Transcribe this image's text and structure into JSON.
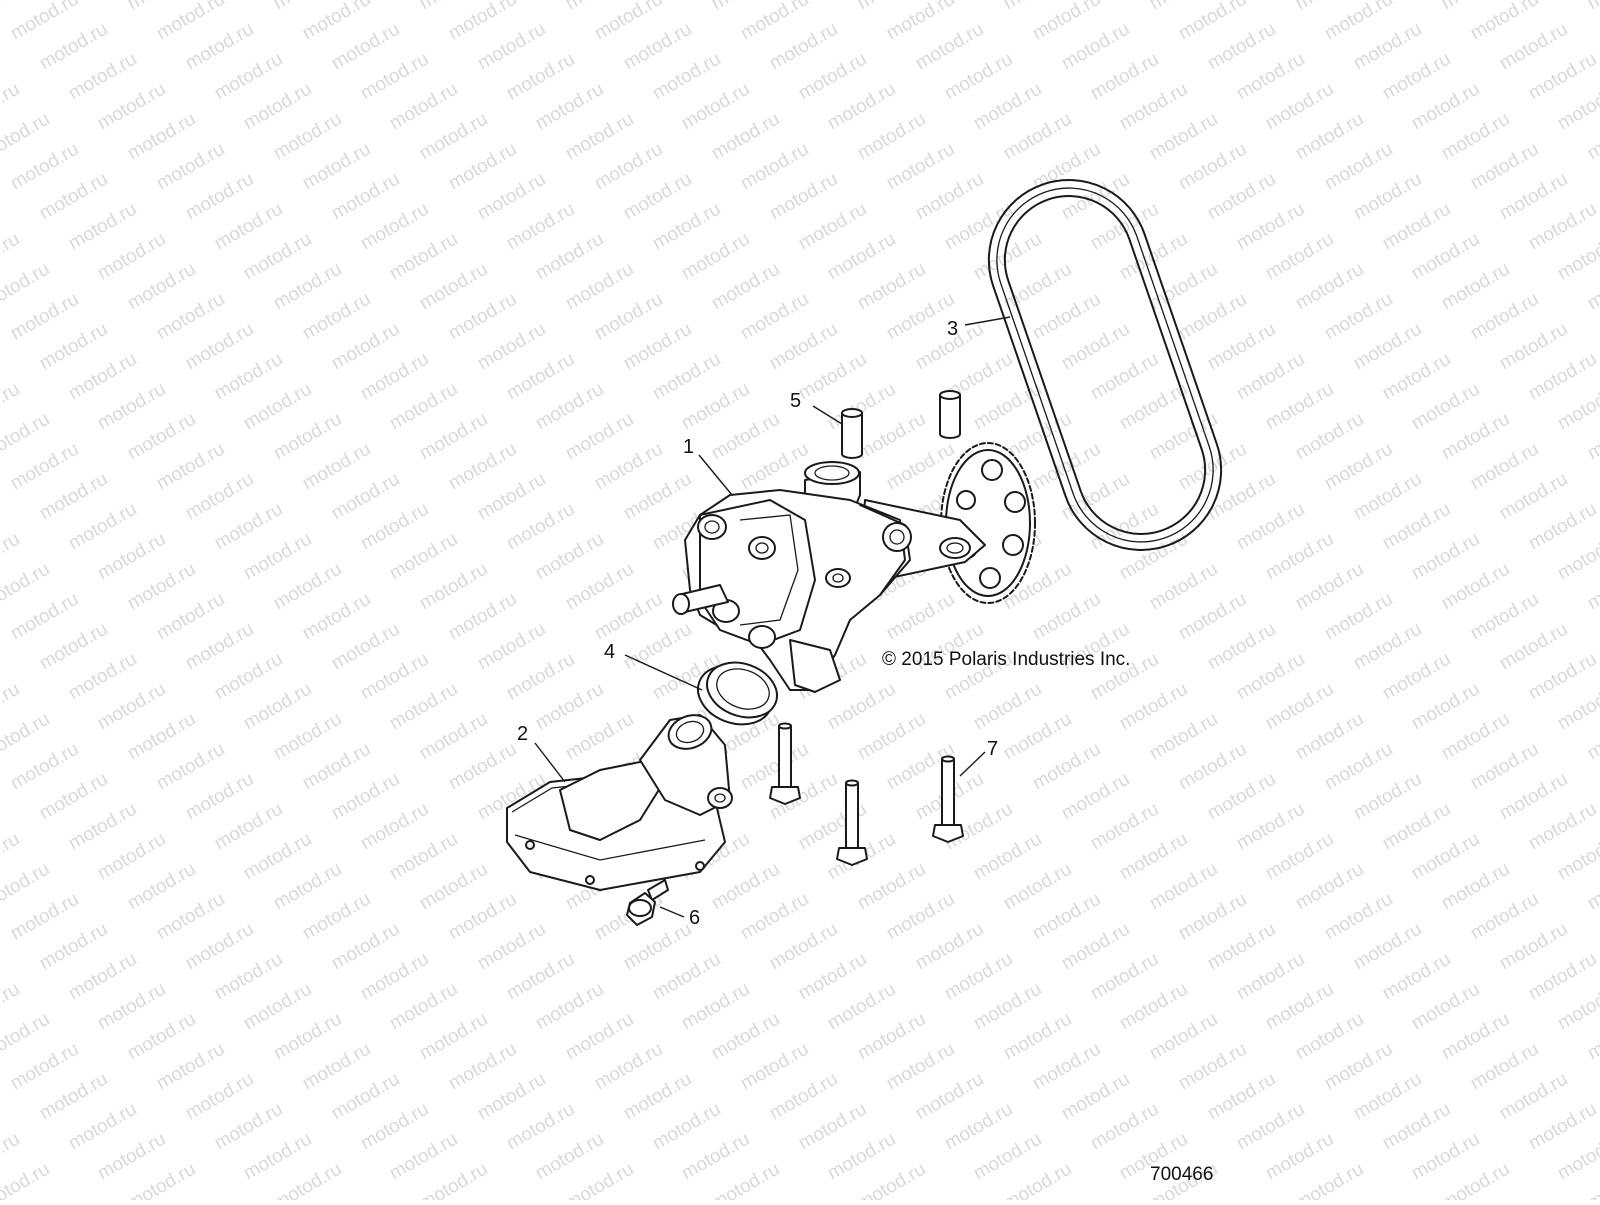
{
  "watermark": {
    "text": "motod.ru",
    "color": "#d9d9d9"
  },
  "diagram": {
    "copyright": "© 2015 Polaris Industries Inc.",
    "drawing_number": "700466",
    "callouts": [
      {
        "id": "1",
        "label": "1"
      },
      {
        "id": "2",
        "label": "2"
      },
      {
        "id": "3",
        "label": "3"
      },
      {
        "id": "4",
        "label": "4"
      },
      {
        "id": "5",
        "label": "5"
      },
      {
        "id": "6",
        "label": "6"
      },
      {
        "id": "7",
        "label": "7"
      }
    ]
  }
}
